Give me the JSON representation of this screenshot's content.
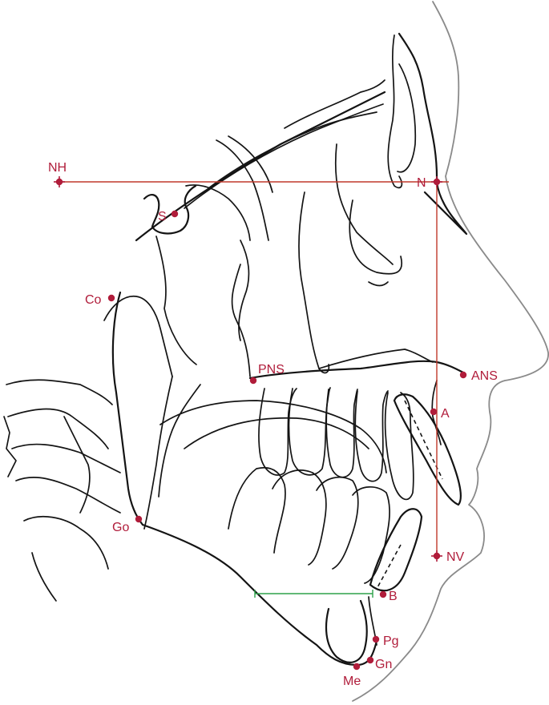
{
  "colors": {
    "landmark": "#b01c3a",
    "reference_line": "#c0392b",
    "measure_line": "#2ea24a",
    "outline": "#141414",
    "soft_tissue": "#8a8a8a"
  },
  "reference_lines": {
    "horizontal": "NH",
    "vertical": "NV"
  },
  "landmarks": [
    {
      "id": "nh",
      "label": "NH"
    },
    {
      "id": "n",
      "label": "N"
    },
    {
      "id": "s",
      "label": "S"
    },
    {
      "id": "co",
      "label": "Co"
    },
    {
      "id": "pns",
      "label": "PNS"
    },
    {
      "id": "ans",
      "label": "ANS"
    },
    {
      "id": "a",
      "label": "A"
    },
    {
      "id": "go",
      "label": "Go"
    },
    {
      "id": "nv",
      "label": "NV"
    },
    {
      "id": "b",
      "label": "B"
    },
    {
      "id": "pg",
      "label": "Pg"
    },
    {
      "id": "gn",
      "label": "Gn"
    },
    {
      "id": "me",
      "label": "Me"
    }
  ]
}
